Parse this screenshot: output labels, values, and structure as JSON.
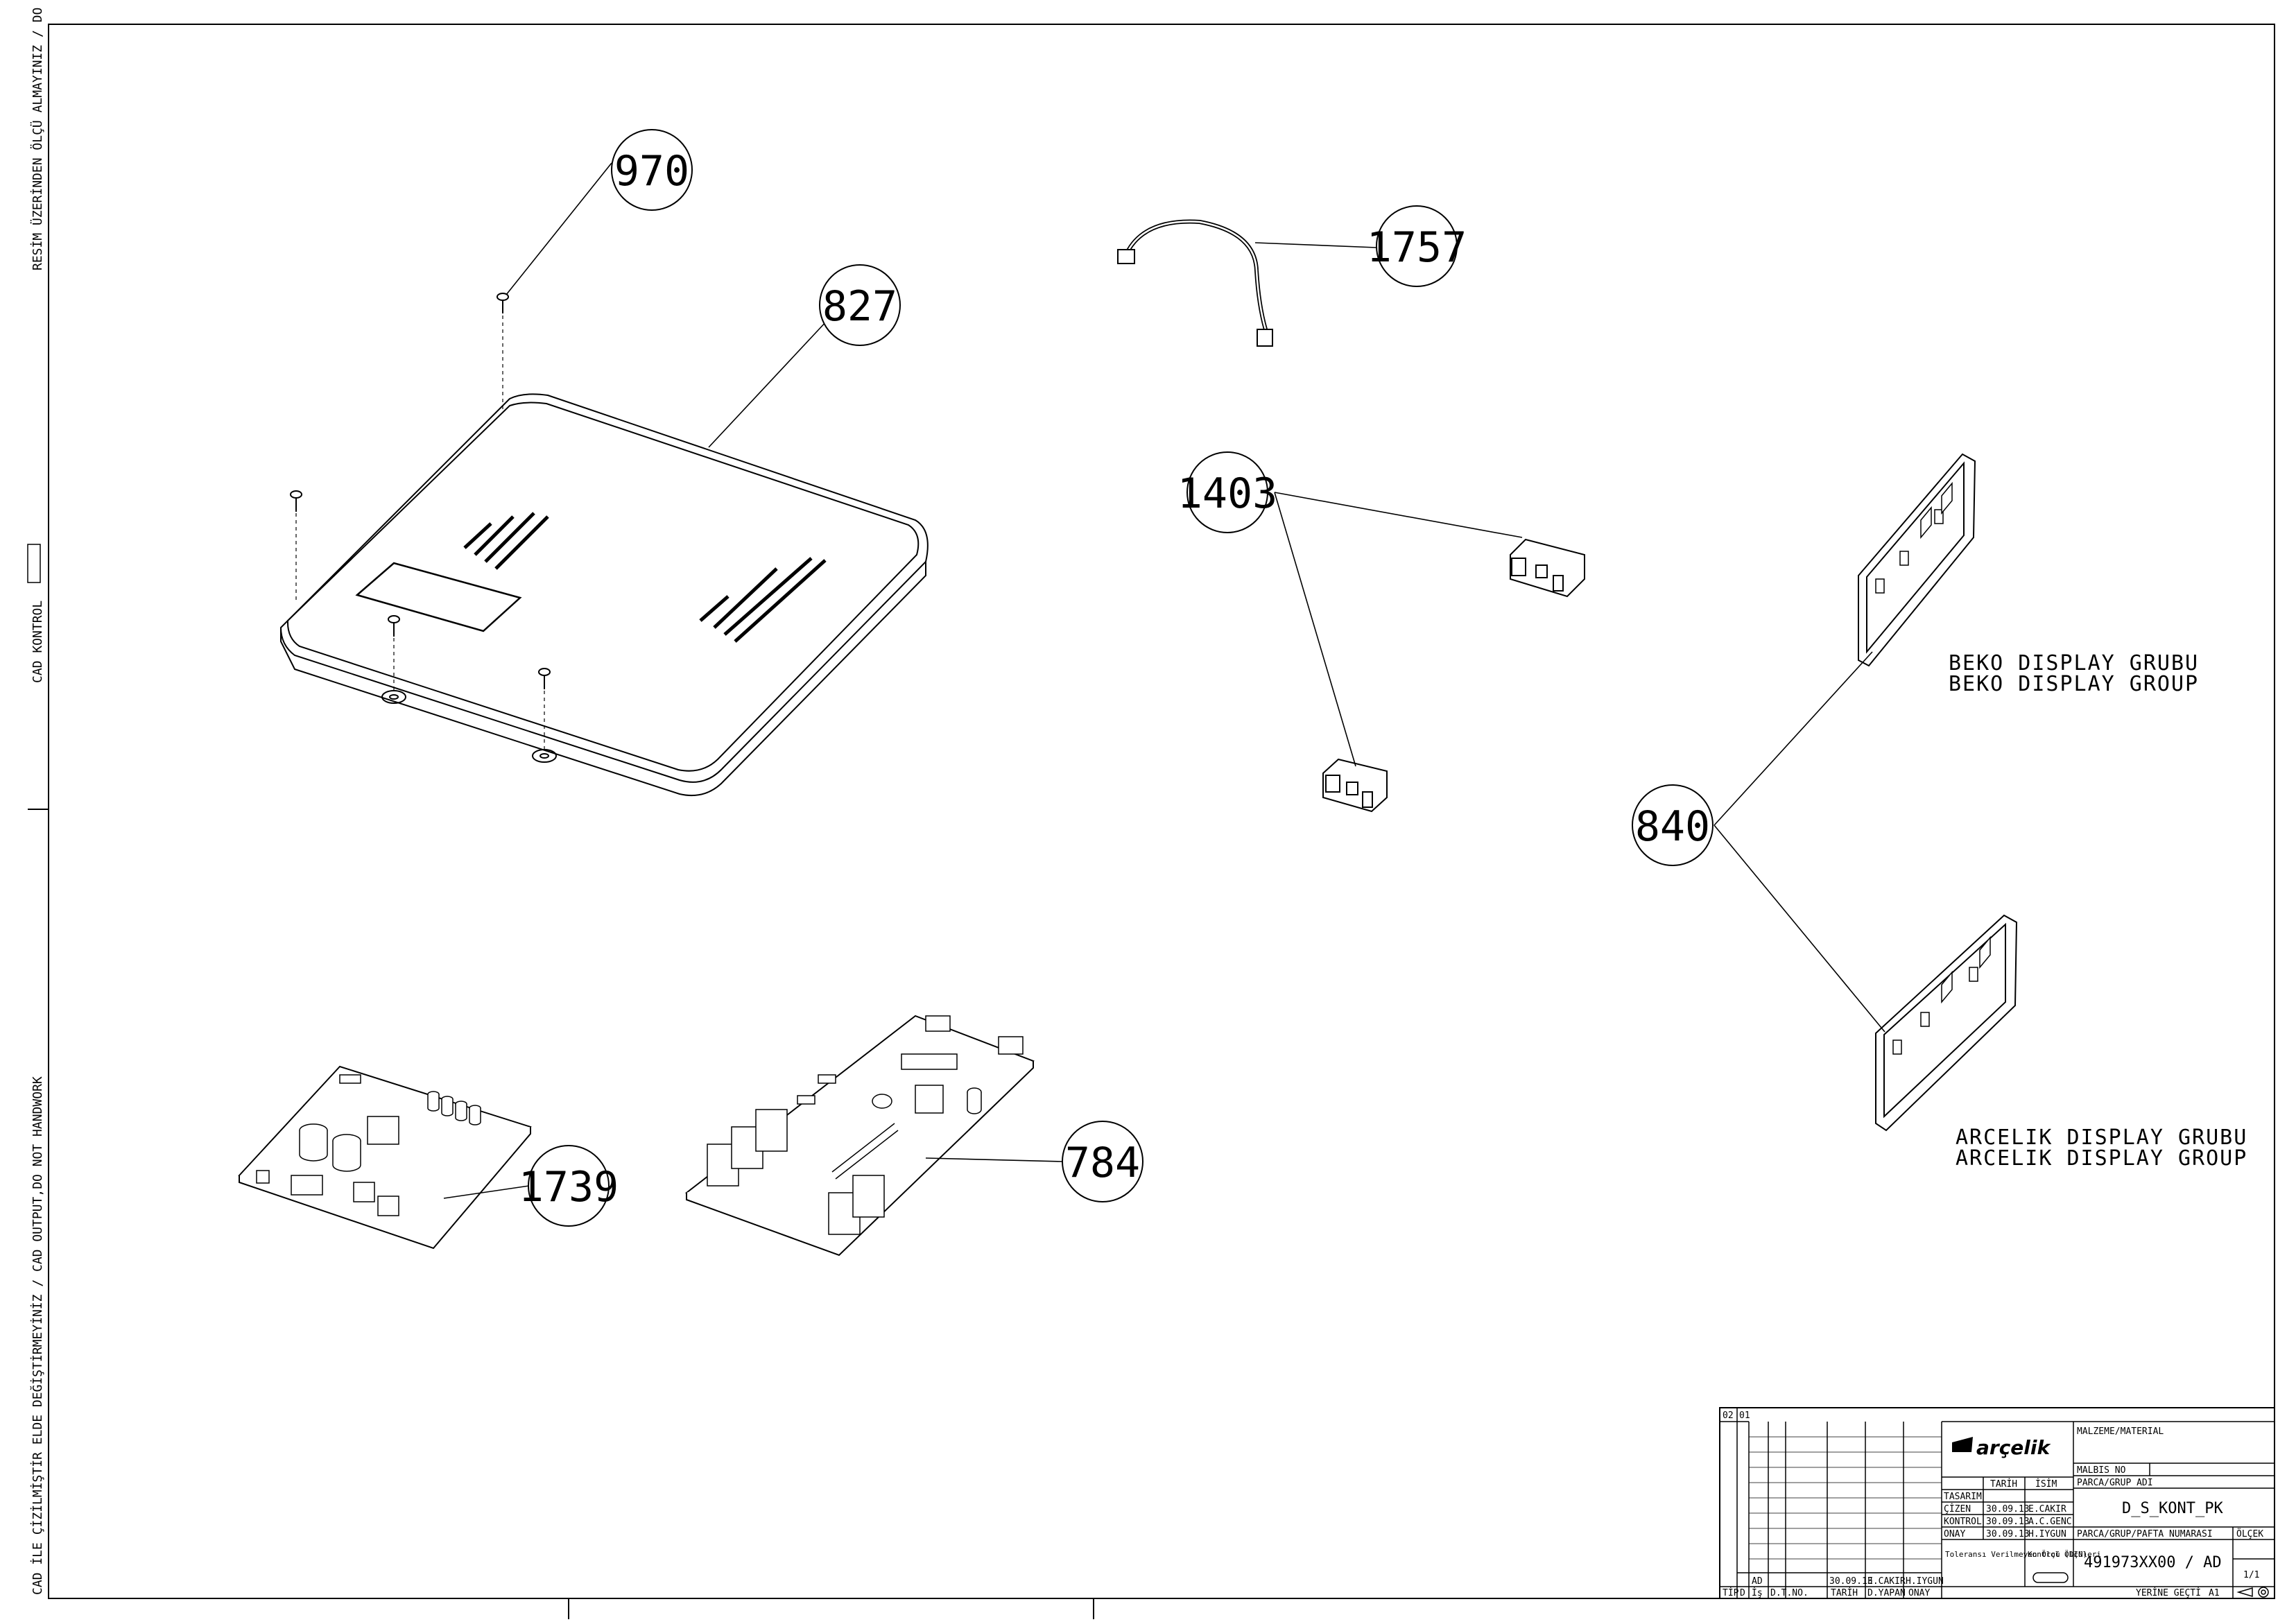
{
  "side_notes": {
    "top": "RESİM ÜZERİNDEN ÖLÇÜ ALMAYINIZ / DO NOT SCALE",
    "middle": "CAD KONTROL",
    "bottom": "CAD İLE ÇİZİLMİŞTİR ELDE DEĞİŞTİRMEYİNİZ / CAD OUTPUT,DO NOT HANDWORK"
  },
  "balloons": {
    "b970": "970",
    "b827": "827",
    "b1757": "1757",
    "b1403": "1403",
    "b840": "840",
    "b1739": "1739",
    "b784": "784"
  },
  "group_labels": {
    "beko_tr": "BEKO DISPLAY GRUBU",
    "beko_en": "BEKO DISPLAY GROUP",
    "arcelik_tr": "ARCELIK DISPLAY GRUBU",
    "arcelik_en": "ARCELIK DISPLAY GROUP"
  },
  "title_block": {
    "rev_header": [
      "02",
      "01"
    ],
    "brand": "arçelik",
    "material_label": "MALZEME/MATERIAL",
    "malbis_label": "MALBIS NO",
    "part_name_label": "PARCA/GRUP ADI",
    "part_name": "D_S_KONT_PK",
    "col_date": "TARİH",
    "col_name": "İSİM",
    "roles": [
      {
        "role": "TASARIM",
        "date": "",
        "name": ""
      },
      {
        "role": "ÇİZEN",
        "date": "30.09.13",
        "name": "E.CAKIR"
      },
      {
        "role": "KONTROL",
        "date": "30.09.13",
        "name": "A.C.GENC"
      },
      {
        "role": "ONAY",
        "date": "30.09.13",
        "name": "H.IYGUN"
      }
    ],
    "tolerance_text": "Toleransı Verilmeyen Ölçü (DIN)",
    "control_dims": "Kontrol Ölçüleri",
    "part_number_label": "PARCA/GRUP/PAFTA NUMARASI",
    "part_number": "491973XX00 / AD",
    "scale_label": "ÖLÇEK",
    "scale_value": "1/1",
    "replaces": "YERİNE GEÇTİ",
    "sheet_size": "A1",
    "rev_row": {
      "tip": "AD",
      "date": "30.09.13",
      "drawn": "E.CAKIR",
      "approved": "H.IYGUN"
    },
    "rev_footer": [
      "TİP",
      "D",
      "İş",
      "D.T.NO.",
      "TARİH",
      "D.YAPAN",
      "ONAY"
    ]
  },
  "colors": {
    "line": "#000000",
    "paper": "#ffffff"
  }
}
